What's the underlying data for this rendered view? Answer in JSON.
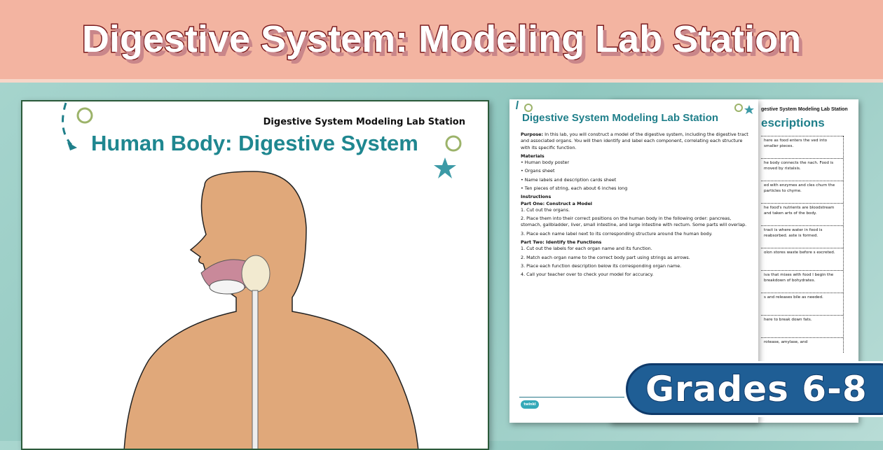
{
  "banner": {
    "title": "Digestive System: Modeling Lab Station"
  },
  "poster": {
    "subtitle": "Digestive System Modeling Lab Station",
    "title": "Human Body: Digestive System"
  },
  "doc1": {
    "title": "Digestive System Modeling Lab Station",
    "purpose_label": "Purpose:",
    "purpose": "In this lab, you will construct a model of the digestive system, including the digestive tract and associated organs. You will then identify and label each component, correlating each structure with its specific function.",
    "materials_heading": "Materials",
    "materials": [
      "• Human body poster",
      "• Organs sheet",
      "• Name labels and description cards sheet",
      "• Ten pieces of string, each about 6 inches long"
    ],
    "instructions_heading": "Instructions",
    "part1_heading": "Part One: Construct a Model",
    "part1": [
      "1. Cut out the organs.",
      "2. Place them into their correct positions on the human body in the following order: pancreas, stomach, gallbladder, liver, small intestine, and large intestine with rectum. Some parts will overlap.",
      "3. Place each name label next to its corresponding structure around the human body."
    ],
    "part2_heading": "Part Two: Identify the Functions",
    "part2": [
      "1. Cut out the labels for each organ name and its function.",
      "2. Match each organ name to the correct body part using strings as arrows.",
      "3. Place each function description below its corresponding organ name.",
      "4. Call your teacher over to check your model for accuracy."
    ],
    "logo": "twinkl"
  },
  "doc2": {
    "header": "gestive System Modeling Lab Station",
    "title": "escriptions",
    "cards": [
      "here as food enters the ved into smaller pieces.",
      "he body connects the nach. Food is moved by ristalsis.",
      "ed with enzymes and cles churn the particles to chyme.",
      "he food's nutrients are bloodstream and taken arts of the body.",
      "tract is where water in food is reabsorbed. aste is formed.",
      "olon stores waste before s excreted.",
      "iva that mixes with food l begin the breakdown of bohydrates.",
      "s and releases bile as needed.",
      "here to break down fats.",
      "rotease, amylase, and"
    ]
  },
  "badge": {
    "label": "Grades 6-8"
  },
  "colors": {
    "banner": "#f3b4a1",
    "title_outline": "#7a1a1e",
    "accent_teal": "#1f8790",
    "badge": "#1f5e95",
    "skin": "#e0a87a"
  }
}
